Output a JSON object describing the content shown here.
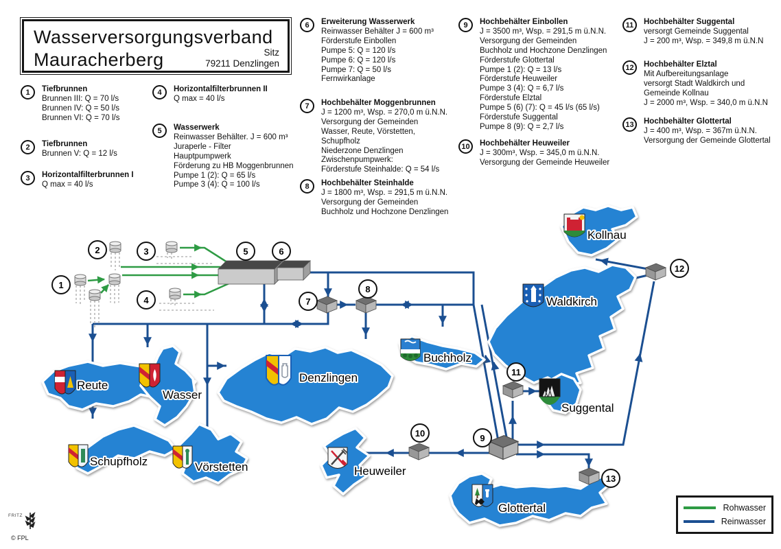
{
  "title": {
    "line1": "Wasserversorgungsverband",
    "line2": "Mauracherberg",
    "sitz_label": "Sitz",
    "sitz_value": "79211 Denzlingen"
  },
  "info_blocks": [
    {
      "num": "1",
      "title": "Tiefbrunnen",
      "lines": [
        "Brunnen III: Q = 70 l/s",
        "Brunnen IV: Q = 50 l/s",
        "Brunnen VI: Q = 70 l/s"
      ]
    },
    {
      "num": "2",
      "title": "Tiefbrunnen",
      "lines": [
        "Brunnen V: Q = 12 l/s"
      ]
    },
    {
      "num": "3",
      "title": "Horizontalfilterbrunnen I",
      "lines": [
        "Q max = 40 l/s"
      ]
    },
    {
      "num": "4",
      "title": "Horizontalfilterbrunnen II",
      "lines": [
        "Q max = 40 l/s"
      ]
    },
    {
      "num": "5",
      "title": "Wasserwerk",
      "lines": [
        "Reinwasser Behälter. J = 600 m³",
        "Juraperle - Filter",
        "Hauptpumpwerk",
        "Förderung zu HB Moggenbrunnen",
        "Pumpe 1 (2): Q = 65 l/s",
        "Pumpe 3 (4): Q = 100 l/s"
      ]
    },
    {
      "num": "6",
      "title": "Erweiterung Wasserwerk",
      "lines": [
        "Reinwasser Behälter J = 600 m³",
        "Förderstufe Einbollen",
        "Pumpe 5: Q = 120 l/s",
        "Pumpe 6: Q = 120 l/s",
        "Pumpe 7: Q = 50 l/s",
        "Fernwirkanlage"
      ]
    },
    {
      "num": "7",
      "title": "Hochbehälter Moggenbrunnen",
      "lines": [
        "J = 1200 m³, Wsp. = 270,0 m ü.N.N.",
        "Versorgung der Gemeinden",
        "Wasser, Reute, Vörstetten,",
        "Schupfholz",
        "Niederzone Denzlingen",
        "Zwischenpumpwerk:",
        "Förderstufe Steinhalde: Q = 54 l/s"
      ]
    },
    {
      "num": "8",
      "title": "Hochbehälter Steinhalde",
      "lines": [
        "J = 1800 m³, Wsp. = 291,5 m ü.N.N.",
        "Versorgung der Gemeinden",
        "Buchholz und Hochzone Denzlingen"
      ]
    },
    {
      "num": "9",
      "title": "Hochbehälter Einbollen",
      "lines": [
        "J = 3500 m³, Wsp. = 291,5 m ü.N.N.",
        "Versorgung der Gemeinden",
        "Buchholz und Hochzone Denzlingen",
        "Förderstufe Glottertal",
        "Pumpe 1 (2): Q = 13 l/s",
        "Förderstufe Heuweiler",
        "Pumpe 3 (4): Q = 6,7 l/s",
        "Förderstufe Elztal",
        "Pumpe 5 (6) (7): Q = 45 l/s (65 l/s)",
        "Förderstufe Suggental",
        "Pumpe 8 (9): Q = 2,7 l/s"
      ]
    },
    {
      "num": "10",
      "title": "Hochbehälter Heuweiler",
      "lines": [
        "J = 300m³, Wsp. = 345,0 m ü.N.N.",
        "Versorgung der Gemeinde Heuweiler"
      ]
    },
    {
      "num": "11",
      "title": "Hochbehälter Suggental",
      "lines": [
        "versorgt Gemeinde Suggental",
        "J = 200 m³, Wsp. = 349,8 m ü.N.N"
      ]
    },
    {
      "num": "12",
      "title": "Hochbehälter Elztal",
      "lines": [
        "Mit Aufbereitungsanlage",
        "versorgt Stadt Waldkirch und",
        "Gemeinde Kollnau",
        "J = 2000 m³, Wsp. = 340,0 m ü.N.N"
      ]
    },
    {
      "num": "13",
      "title": "Hochbehälter Glottertal",
      "lines": [
        "J = 400 m³, Wsp. = 367m ü.N.N.",
        "Versorgung der Gemeinde Glottertal"
      ]
    }
  ],
  "map": {
    "municipalities": [
      {
        "id": "reute",
        "label": "Reute"
      },
      {
        "id": "wasser",
        "label": "Wasser"
      },
      {
        "id": "schupfholz",
        "label": "Schupfholz"
      },
      {
        "id": "voerstetten",
        "label": "Vörstetten"
      },
      {
        "id": "denzlingen",
        "label": "Denzlingen"
      },
      {
        "id": "buchholz",
        "label": "Buchholz"
      },
      {
        "id": "kollnau",
        "label": "Kollnau"
      },
      {
        "id": "waldkirch",
        "label": "Waldkirch"
      },
      {
        "id": "suggental",
        "label": "Suggental"
      },
      {
        "id": "heuweiler",
        "label": "Heuweiler"
      },
      {
        "id": "glottertal",
        "label": "Glottertal"
      }
    ]
  },
  "legend": {
    "raw": "Rohwasser",
    "clean": "Reinwasser",
    "raw_color": "#2e9b44",
    "clean_color": "#1b4f91"
  },
  "footer": {
    "brand": "FRITZ",
    "copyright": "© FPL"
  }
}
